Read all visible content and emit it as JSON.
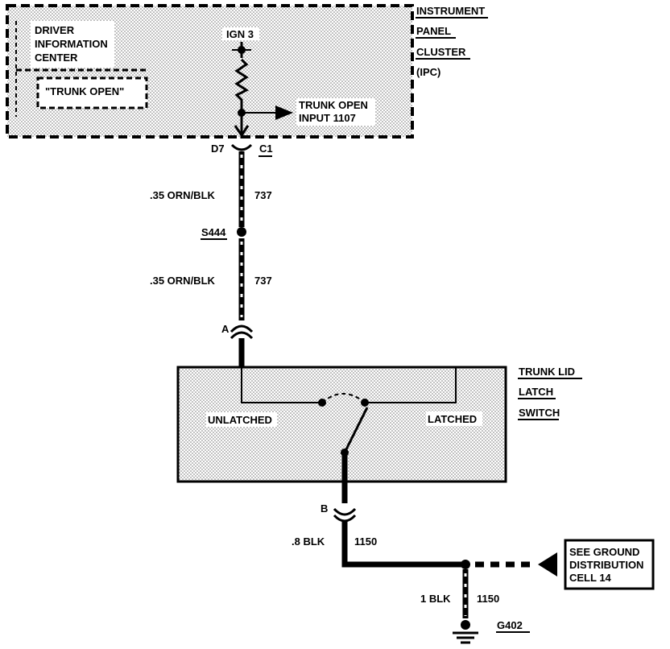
{
  "colors": {
    "ink": "#000000",
    "paper": "#ffffff",
    "stipple": "#777777"
  },
  "ipc": {
    "title_lines": [
      "INSTRUMENT",
      "PANEL",
      "CLUSTER",
      "(IPC)"
    ],
    "dic_lines": [
      "DRIVER",
      "INFORMATION",
      "CENTER"
    ],
    "trunk_open_message": "\"TRUNK OPEN\"",
    "power_label": "IGN 3",
    "input_lines": [
      "TRUNK OPEN",
      "INPUT 1107"
    ],
    "pin_label": "D7",
    "connector_label": "C1"
  },
  "wires": {
    "upper": {
      "gauge_color": ".35 ORN/BLK",
      "circuit": "737"
    },
    "lower": {
      "gauge_color": ".35 ORN/BLK",
      "circuit": "737"
    },
    "ground_wire": {
      "gauge_color": ".8 BLK",
      "circuit": "1150"
    },
    "ground_drop": {
      "gauge_color": "1 BLK",
      "circuit": "1150"
    }
  },
  "splice_label": "S444",
  "connector_a_label": "A",
  "connector_b_label": "B",
  "switch": {
    "title_lines": [
      "TRUNK LID",
      "LATCH",
      "SWITCH"
    ],
    "unlatched_label": "UNLATCHED",
    "latched_label": "LATCHED"
  },
  "ground_reference_lines": [
    "SEE GROUND",
    "DISTRIBUTION",
    "CELL 14"
  ],
  "ground_label": "G402"
}
